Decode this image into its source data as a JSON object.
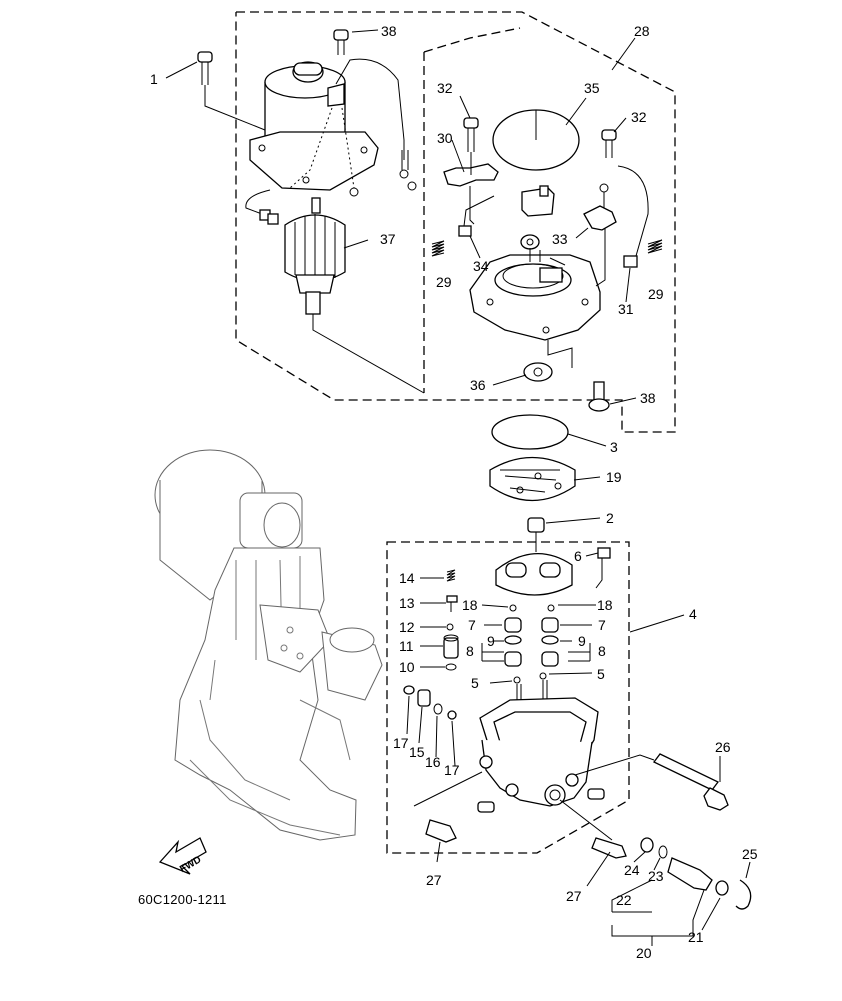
{
  "diagram_code": "60C1200-1211",
  "fwd_label": "FWD",
  "callouts": {
    "c1": "1",
    "c2": "2",
    "c3": "3",
    "c4": "4",
    "c5a": "5",
    "c5b": "5",
    "c6": "6",
    "c7a": "7",
    "c7b": "7",
    "c8a": "8",
    "c8b": "8",
    "c9a": "9",
    "c9b": "9",
    "c10": "10",
    "c11": "11",
    "c12": "12",
    "c13": "13",
    "c14": "14",
    "c15": "15",
    "c16": "16",
    "c17a": "17",
    "c17b": "17",
    "c18a": "18",
    "c18b": "18",
    "c19": "19",
    "c20": "20",
    "c21": "21",
    "c22": "22",
    "c23": "23",
    "c24": "24",
    "c25": "25",
    "c26": "26",
    "c27a": "27",
    "c27b": "27",
    "c28": "28",
    "c29a": "29",
    "c29b": "29",
    "c30": "30",
    "c31": "31",
    "c32a": "32",
    "c32b": "32",
    "c33": "33",
    "c34": "34",
    "c35": "35",
    "c36": "36",
    "c37": "37",
    "c38a": "38",
    "c38b": "38"
  }
}
